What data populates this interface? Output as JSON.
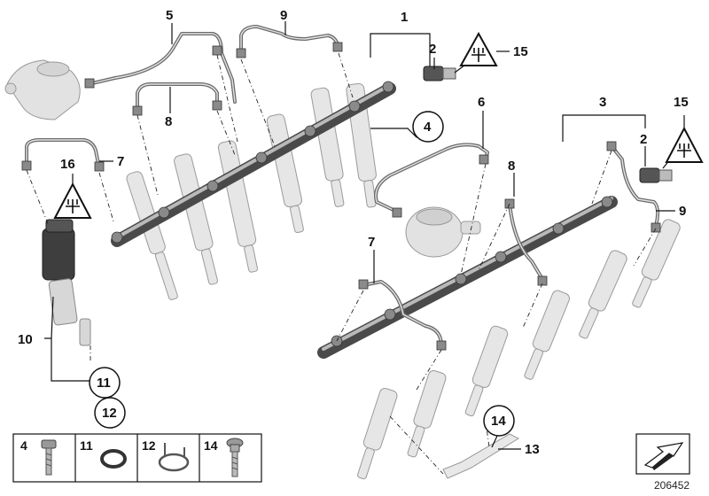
{
  "callouts": {
    "c1": "1",
    "c2a": "2",
    "c2b": "2",
    "c3": "3",
    "c4": "4",
    "c5": "5",
    "c6": "6",
    "c7a": "7",
    "c7b": "7",
    "c8a": "8",
    "c8b": "8",
    "c9a": "9",
    "c9b": "9",
    "c10": "10",
    "c11": "11",
    "c12": "12",
    "c13": "13",
    "c14": "14",
    "c15a": "15",
    "c15b": "15",
    "c16": "16"
  },
  "legend": [
    "4",
    "11",
    "12",
    "14"
  ],
  "doc_number": "206452",
  "colors": {
    "line": "#111111",
    "part": "#e6e6e6",
    "rail": "#4a4a4a",
    "pipe": "#6a6a6a"
  },
  "icons": [
    "warning-triangle-icon",
    "direction-arrow-icon",
    "bolt-icon",
    "seal-ring-icon",
    "spring-clip-icon",
    "screw-icon"
  ]
}
